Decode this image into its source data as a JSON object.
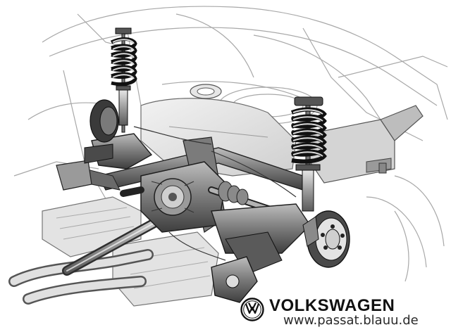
{
  "figure": {
    "subject": "rear-suspension-cutaway-illustration",
    "brand_name": "VOLKSWAGEN",
    "watermark_url": "www.passat.blauu.de"
  },
  "icons": {
    "logo": "vw-logo-icon"
  },
  "colors": {
    "ink": "#1a1a1a",
    "metal": "#8c8c8c",
    "metal_dark": "#555555",
    "body_line": "#9a9a9a",
    "background": "#ffffff"
  }
}
